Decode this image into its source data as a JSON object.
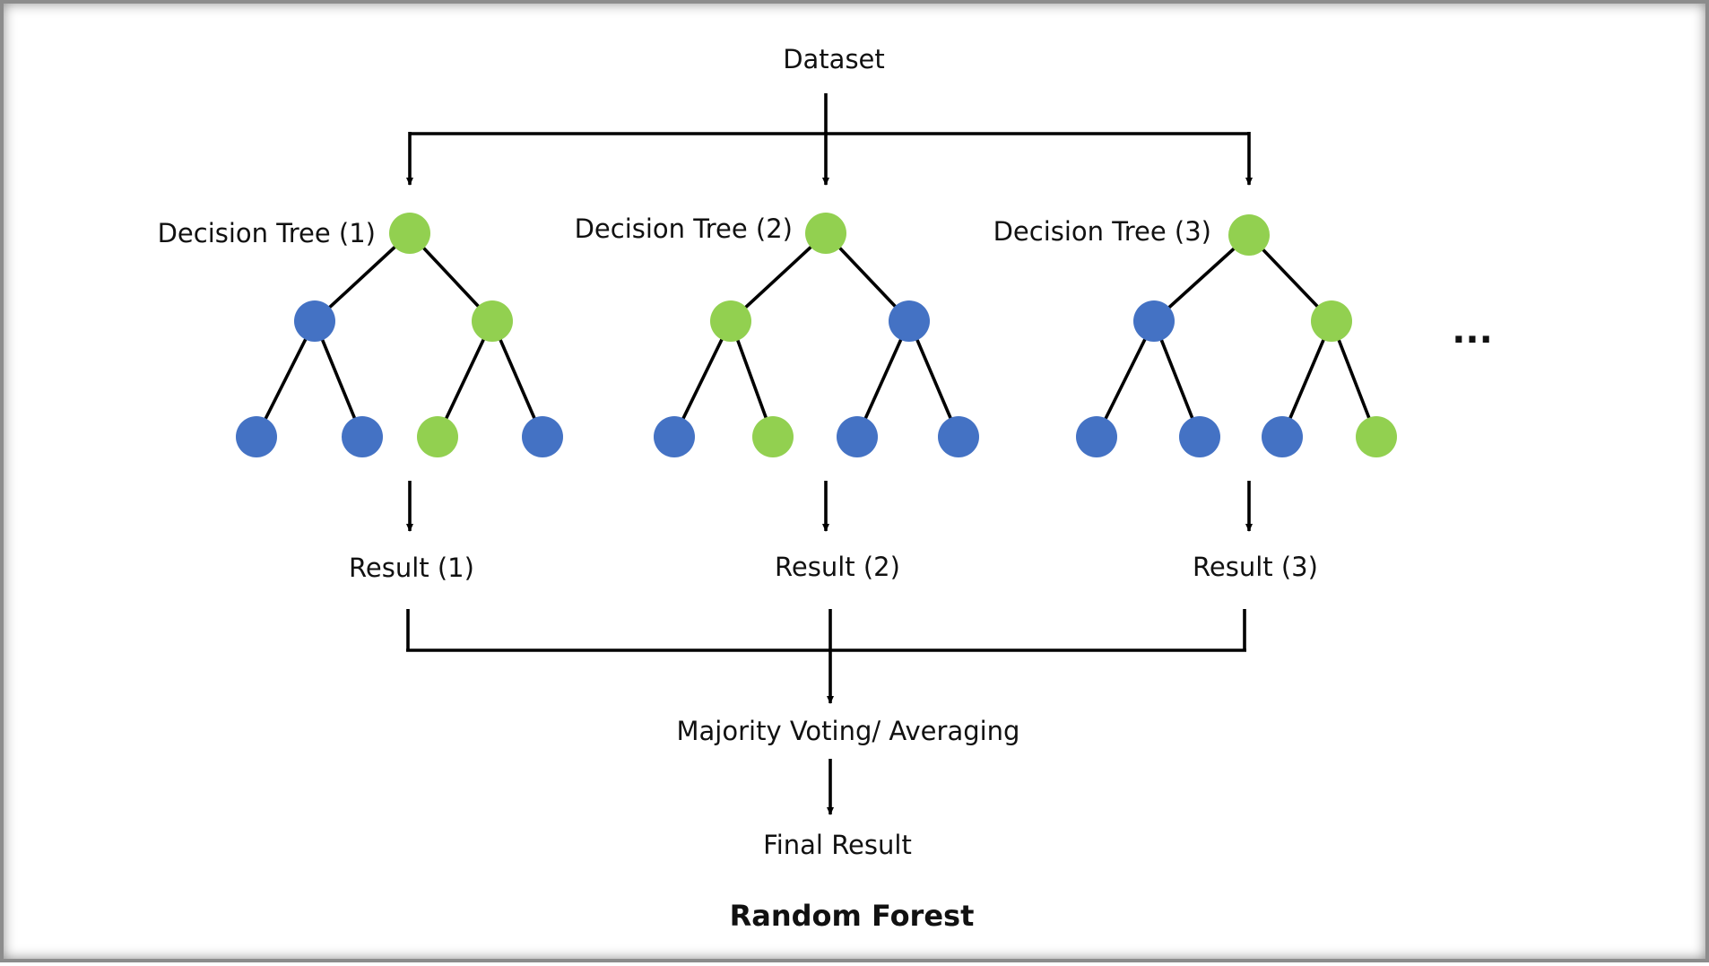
{
  "diagram": {
    "dataset_label": "Dataset",
    "trees": [
      {
        "label": "Decision Tree (1)",
        "result_label": "Result (1)",
        "node_colors": [
          "green",
          "blue",
          "green",
          "blue",
          "blue",
          "green",
          "blue"
        ]
      },
      {
        "label": "Decision Tree (2)",
        "result_label": "Result (2)",
        "node_colors": [
          "green",
          "green",
          "blue",
          "blue",
          "green",
          "blue",
          "blue"
        ]
      },
      {
        "label": "Decision Tree (3)",
        "result_label": "Result (3)",
        "node_colors": [
          "green",
          "blue",
          "green",
          "blue",
          "blue",
          "blue",
          "green"
        ]
      }
    ],
    "ellipsis": "...",
    "aggregation_label": "Majority Voting/ Averaging",
    "final_label": "Final Result",
    "title": "Random Forest"
  },
  "colors": {
    "green": "#92d050",
    "blue": "#4472c4",
    "line": "#000000",
    "frame": "#8c8c8c"
  }
}
